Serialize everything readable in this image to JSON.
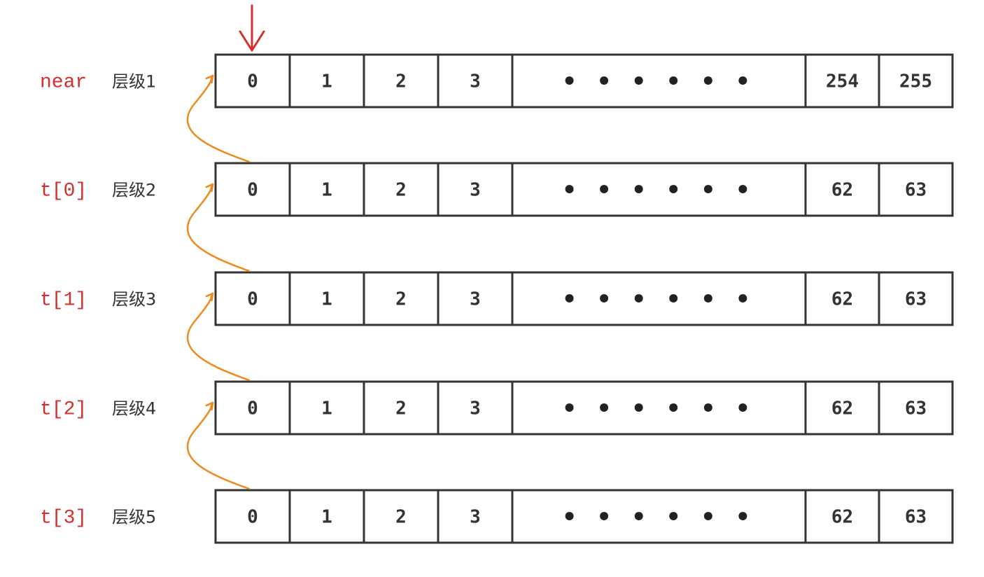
{
  "colors": {
    "label_red": "#d32f2f",
    "arrow_orange": "#ef8a1e",
    "pointer_red": "#d32f2f",
    "border": "#333333"
  },
  "levels": [
    {
      "var": "near",
      "level": "层级1",
      "cells": [
        "0",
        "1",
        "2",
        "3",
        "• • • • • •",
        "254",
        "255"
      ]
    },
    {
      "var": "t[0]",
      "level": "层级2",
      "cells": [
        "0",
        "1",
        "2",
        "3",
        "• • • • • •",
        "62",
        "63"
      ]
    },
    {
      "var": "t[1]",
      "level": "层级3",
      "cells": [
        "0",
        "1",
        "2",
        "3",
        "• • • • • •",
        "62",
        "63"
      ]
    },
    {
      "var": "t[2]",
      "level": "层级4",
      "cells": [
        "0",
        "1",
        "2",
        "3",
        "• • • • • •",
        "62",
        "63"
      ]
    },
    {
      "var": "t[3]",
      "level": "层级5",
      "cells": [
        "0",
        "1",
        "2",
        "3",
        "• • • • • •",
        "62",
        "63"
      ]
    }
  ]
}
